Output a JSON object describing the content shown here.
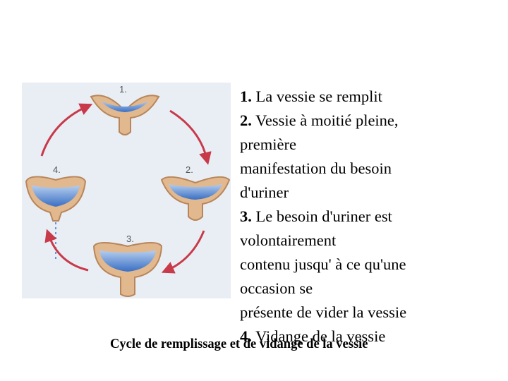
{
  "diagram": {
    "stage_labels": [
      "1.",
      "2.",
      "3.",
      "4."
    ],
    "colors": {
      "background": "#e9eef5",
      "bladder": "#e2b88f",
      "bladder_outline": "#b8865a",
      "urine": "#3a6fc4",
      "urine_light": "#b4cdee",
      "arrow": "#c83a4a"
    }
  },
  "steps": [
    {
      "num": "1.",
      "lines": [
        "La vessie se remplit"
      ]
    },
    {
      "num": "2.",
      "lines": [
        "Vessie à moitié pleine,",
        "première",
        "manifestation du besoin",
        "d'uriner"
      ]
    },
    {
      "num": "3.",
      "lines": [
        "Le besoin d'uriner est",
        "volontairement",
        "contenu jusqu' à ce qu'une",
        "occasion se",
        "présente de vider la vessie"
      ]
    },
    {
      "num": "4.",
      "lines": [
        "Vidange de la vessie"
      ]
    }
  ],
  "caption": "Cycle de remplissage et de vidange de la vessie"
}
